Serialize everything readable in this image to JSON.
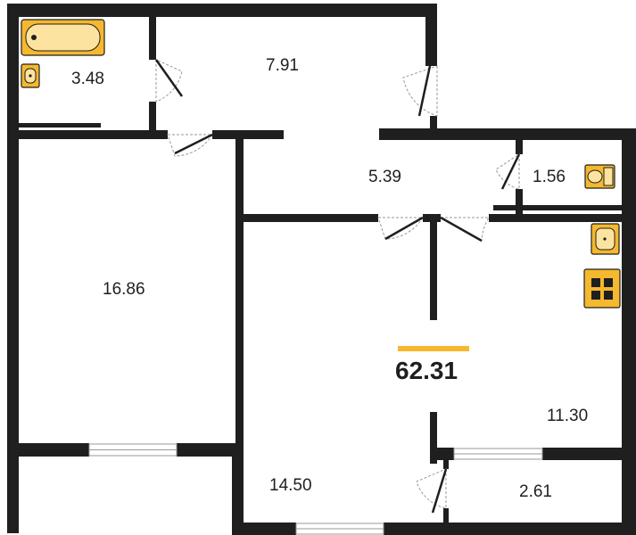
{
  "plan": {
    "total_area": "62.31",
    "accent_color": "#f5b82e",
    "wall_color": "#1f1f1f",
    "rooms": {
      "bathroom": "3.48",
      "hallway": "7.91",
      "corridor": "5.39",
      "toilet": "1.56",
      "bedroom": "16.86",
      "living_room": "14.50",
      "kitchen": "11.30",
      "balcony": "2.61"
    },
    "fixtures": [
      "bathtub-icon",
      "sink-icon",
      "toilet-icon",
      "stove-icon"
    ]
  }
}
